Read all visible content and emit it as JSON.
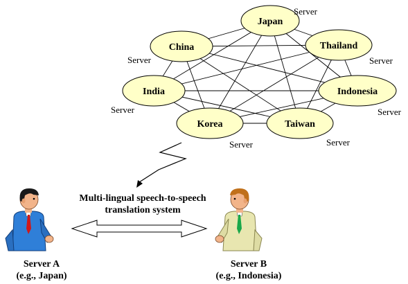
{
  "network": {
    "nodes": [
      {
        "id": "japan",
        "label": "Japan",
        "server_label": "Server"
      },
      {
        "id": "china",
        "label": "China",
        "server_label": "Server"
      },
      {
        "id": "thailand",
        "label": "Thailand",
        "server_label": "Server"
      },
      {
        "id": "india",
        "label": "India",
        "server_label": "Server"
      },
      {
        "id": "indonesia",
        "label": "Indonesia",
        "server_label": "Server"
      },
      {
        "id": "korea",
        "label": "Korea",
        "server_label": "Server"
      },
      {
        "id": "taiwan",
        "label": "Taiwan",
        "server_label": "Server"
      }
    ],
    "node_fill": "#ffffc8",
    "connection": "every node linked to every other node"
  },
  "system": {
    "line1": "Multi-lingual speech-to-speech",
    "line2": "translation system"
  },
  "person_a": {
    "name": "Server A",
    "example": "(e.g., Japan)",
    "shirt_color": "#2f7fd8"
  },
  "person_b": {
    "name": "Server B",
    "example": "(e.g., Indonesia)",
    "shirt_color": "#e8e6b0"
  }
}
